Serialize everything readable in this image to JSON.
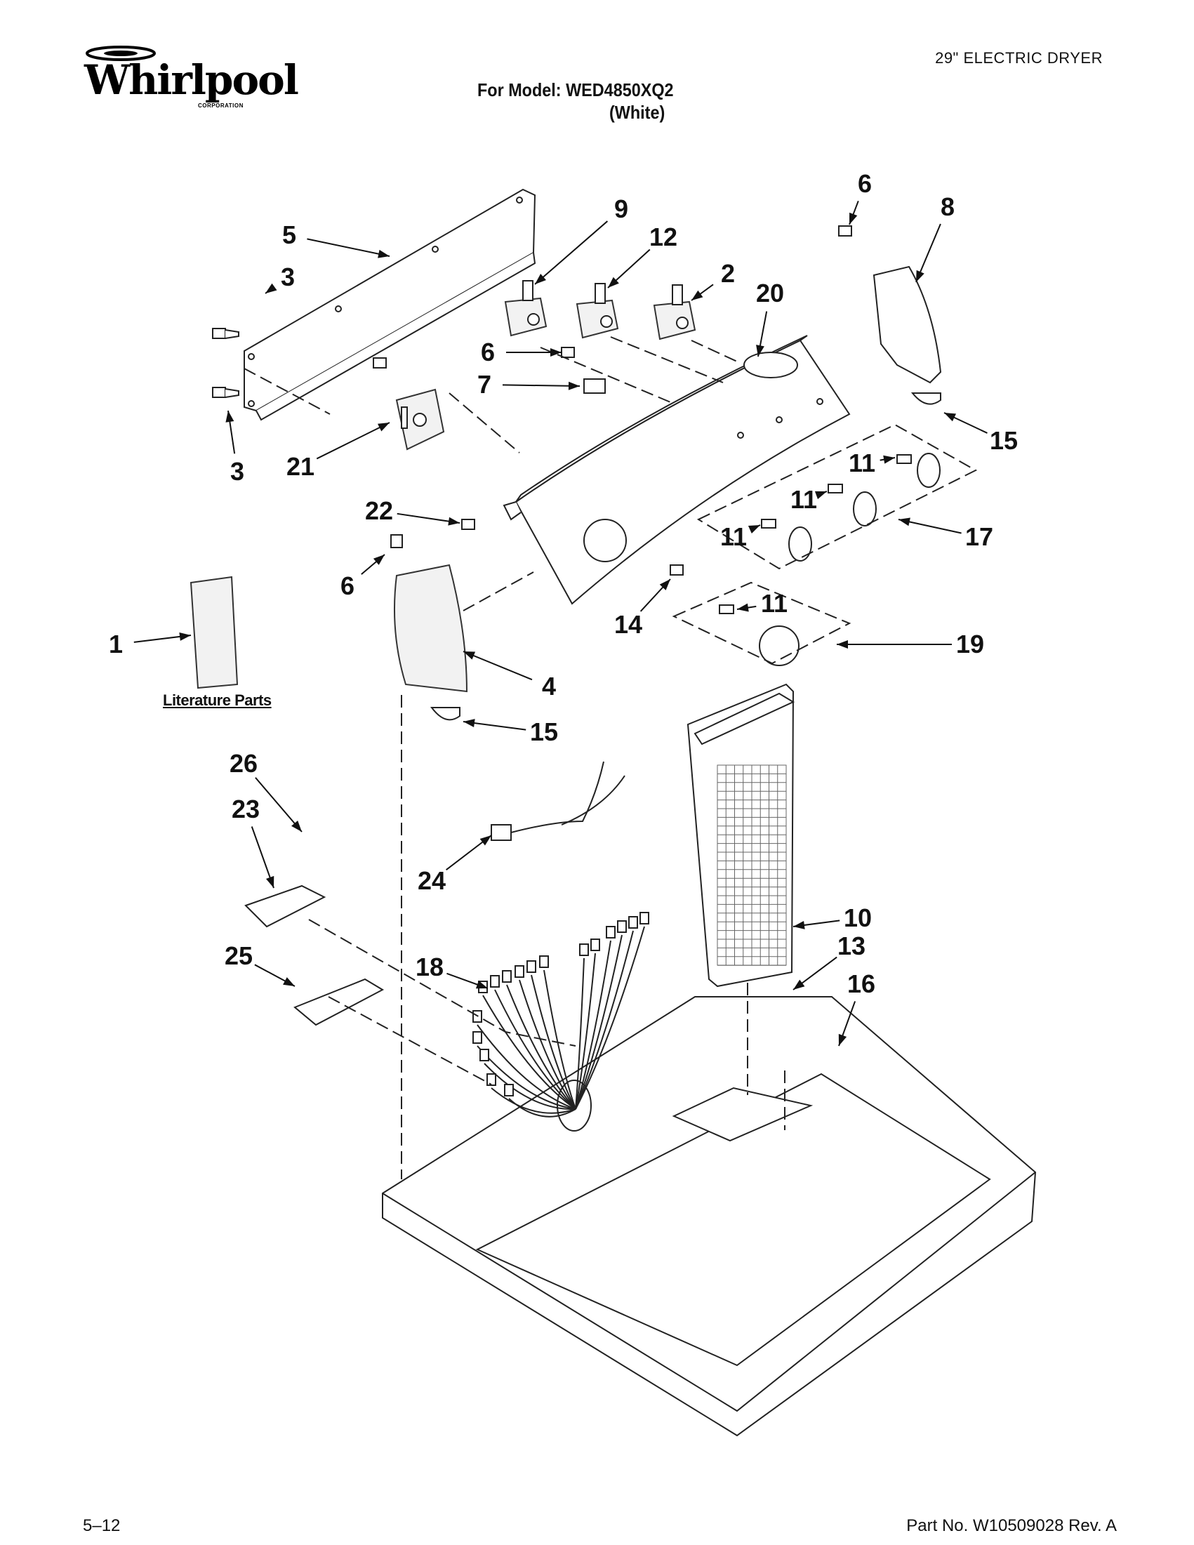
{
  "header": {
    "brand": "Whirlpool",
    "brand_sub": "CORPORATION",
    "product_type": "29\" ELECTRIC DRYER",
    "model_line": "For Model: WED4850XQ2",
    "color_line": "(White)"
  },
  "literature_label": "Literature Parts",
  "callouts": [
    {
      "id": "c5",
      "label": "5"
    },
    {
      "id": "c3a",
      "label": "3"
    },
    {
      "id": "c3b",
      "label": "3"
    },
    {
      "id": "c21",
      "label": "21"
    },
    {
      "id": "c9",
      "label": "9"
    },
    {
      "id": "c12",
      "label": "12"
    },
    {
      "id": "c2",
      "label": "2"
    },
    {
      "id": "c20",
      "label": "20"
    },
    {
      "id": "c6a",
      "label": "6"
    },
    {
      "id": "c6b",
      "label": "6"
    },
    {
      "id": "c6c",
      "label": "6"
    },
    {
      "id": "c7",
      "label": "7"
    },
    {
      "id": "c8",
      "label": "8"
    },
    {
      "id": "c15a",
      "label": "15"
    },
    {
      "id": "c15b",
      "label": "15"
    },
    {
      "id": "c11a",
      "label": "11"
    },
    {
      "id": "c11b",
      "label": "11"
    },
    {
      "id": "c11c",
      "label": "11"
    },
    {
      "id": "c11d",
      "label": "11"
    },
    {
      "id": "c17",
      "label": "17"
    },
    {
      "id": "c22",
      "label": "22"
    },
    {
      "id": "c14",
      "label": "14"
    },
    {
      "id": "c19",
      "label": "19"
    },
    {
      "id": "c1",
      "label": "1"
    },
    {
      "id": "c4",
      "label": "4"
    },
    {
      "id": "c26",
      "label": "26"
    },
    {
      "id": "c23",
      "label": "23"
    },
    {
      "id": "c24",
      "label": "24"
    },
    {
      "id": "c25",
      "label": "25"
    },
    {
      "id": "c18",
      "label": "18"
    },
    {
      "id": "c10",
      "label": "10"
    },
    {
      "id": "c13",
      "label": "13"
    },
    {
      "id": "c16",
      "label": "16"
    }
  ],
  "footer": {
    "date_code": "5–12",
    "part_number": "Part No. W10509028 Rev. A"
  }
}
